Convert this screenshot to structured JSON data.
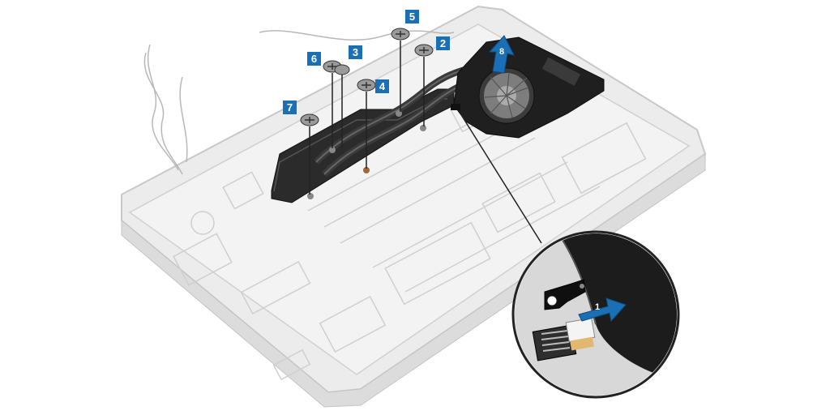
{
  "colors": {
    "accent": "#1a6fb5",
    "chassis": "#e8e8e8",
    "board_line": "#c4c4c4",
    "heatsink": "#2b2b2b",
    "fan_housing": "#1f1f1f",
    "screw": "#9a9a9a"
  },
  "callouts": {
    "c1": "1",
    "c2": "2",
    "c3": "3",
    "c4": "4",
    "c5": "5",
    "c6": "6",
    "c7": "7",
    "c8": "8"
  },
  "icons": {
    "arrow_fan_lift": "up-arrow-icon",
    "arrow_connector": "right-arrow-icon",
    "magnifier": "zoom-inset-circle"
  }
}
